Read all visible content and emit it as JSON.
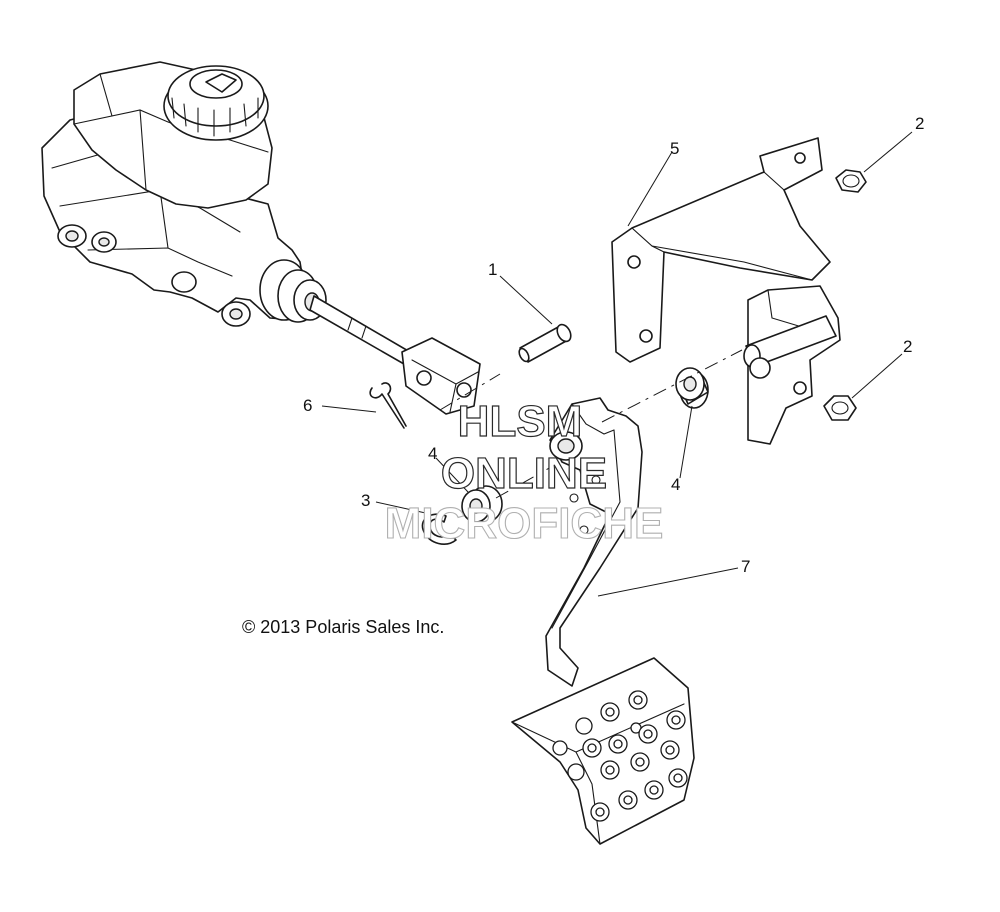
{
  "callouts": [
    {
      "id": "1",
      "label": "1"
    },
    {
      "id": "2a",
      "label": "2"
    },
    {
      "id": "2b",
      "label": "2"
    },
    {
      "id": "3",
      "label": "3"
    },
    {
      "id": "4a",
      "label": "4"
    },
    {
      "id": "4b",
      "label": "4"
    },
    {
      "id": "5",
      "label": "5"
    },
    {
      "id": "6",
      "label": "6"
    },
    {
      "id": "7",
      "label": "7"
    }
  ],
  "copyright": "© 2013 Polaris Sales Inc.",
  "watermark": {
    "line1": "HLSM",
    "line2": "ONLINE",
    "line3": "MICROFICHE"
  }
}
